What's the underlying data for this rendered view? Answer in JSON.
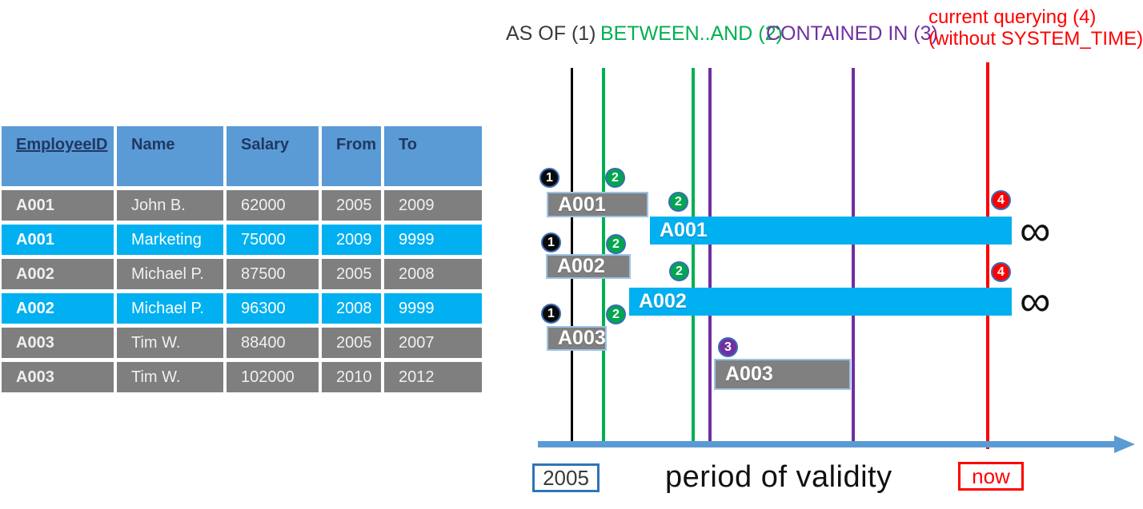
{
  "table": {
    "headers": [
      "EmployeeID",
      "Name",
      "Salary",
      "From",
      "To"
    ],
    "rows": [
      {
        "id": "A001",
        "name": "John B.",
        "salary": "62000",
        "from": "2005",
        "to": "2009"
      },
      {
        "id": "A001",
        "name": "Marketing",
        "salary": "75000",
        "from": "2009",
        "to": "9999"
      },
      {
        "id": "A002",
        "name": "Michael P.",
        "salary": "87500",
        "from": "2005",
        "to": "2008"
      },
      {
        "id": "A002",
        "name": "Michael P.",
        "salary": "96300",
        "from": "2008",
        "to": "9999"
      },
      {
        "id": "A003",
        "name": "Tim W.",
        "salary": "88400",
        "from": "2005",
        "to": "2007"
      },
      {
        "id": "A003",
        "name": "Tim W.",
        "salary": "102000",
        "from": "2010",
        "to": "2012"
      }
    ]
  },
  "legend": {
    "as_of": "AS OF (1)",
    "between_and": "BETWEEN..AND (2)",
    "contained_in": "CONTAINED IN (3)",
    "current_line1": "current querying (4)",
    "current_line2": "(without SYSTEM_TIME)"
  },
  "diagram": {
    "bars": {
      "a001_old": "A001",
      "a001_cur": "A001",
      "a002_old": "A002",
      "a002_cur": "A002",
      "a003_old": "A003",
      "a003_mid": "A003"
    },
    "badges": {
      "one": "1",
      "two": "2",
      "three": "3",
      "four": "4"
    },
    "infinity": "∞",
    "axis": {
      "start_label": "2005",
      "title": "period of validity",
      "now_label": "now"
    }
  },
  "colors": {
    "header_blue": "#5B9BD5",
    "header_text": "#1F3864",
    "row_gray": "#7F7F7F",
    "row_cyan": "#00B0F0",
    "green": "#00B050",
    "purple": "#7030A0",
    "red": "#FF0000",
    "bar_border": "#9DC3E6",
    "axis_blue": "#5B9BD5"
  }
}
